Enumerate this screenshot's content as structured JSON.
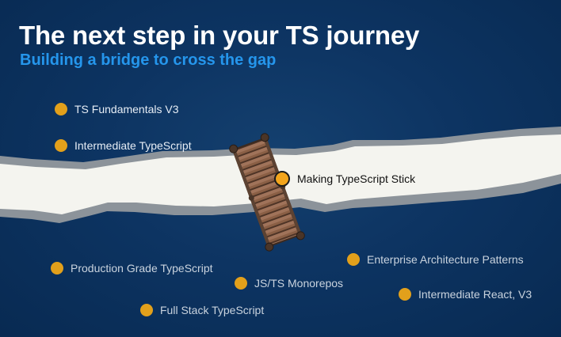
{
  "slide": {
    "title": "The next step in your TS journey",
    "subtitle": "Building a bridge to cross the gap"
  },
  "colors": {
    "background": "#0d3462",
    "title": "#ffffff",
    "subtitle": "#2596ec",
    "dot": "#e2a01b",
    "river": "#f4f4ef"
  },
  "topics": {
    "ts_fundamentals": "TS Fundamentals V3",
    "intermediate_typescript": "Intermediate TypeScript",
    "making_typescript_stick": "Making TypeScript Stick",
    "production_grade": "Production Grade TypeScript",
    "enterprise_architecture": "Enterprise Architecture Patterns",
    "monorepos": "JS/TS Monorepos",
    "intermediate_react": "Intermediate React, V3",
    "full_stack": "Full Stack TypeScript"
  }
}
